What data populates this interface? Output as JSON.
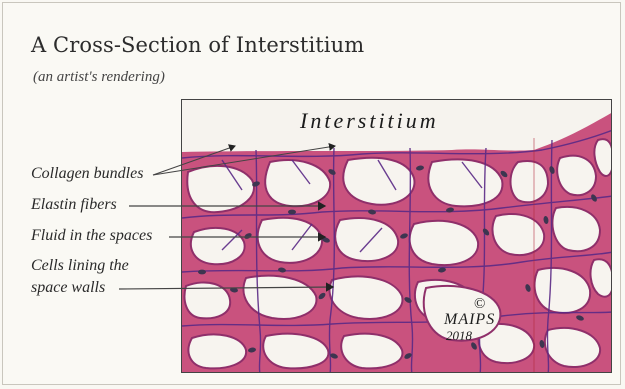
{
  "slide": {
    "title": "A Cross-Section of Interstitium",
    "subtitle": "(an artist's rendering)"
  },
  "labels": {
    "collagen": "Collagen bundles",
    "elastin": "Elastin fibers",
    "fluid": "Fluid in the spaces",
    "cells_line1": "Cells lining the",
    "cells_line2": "space walls"
  },
  "illustration": {
    "heading": "Interstitium",
    "signature_symbol": "©",
    "signature_name": "MAIPS",
    "signature_year": "2018"
  },
  "colors": {
    "tissue": "#c9527e",
    "tissue_dark": "#8f2f6a",
    "fiber": "#5b2a86",
    "nucleus": "#3d3550",
    "space": "#f7f4ef"
  }
}
